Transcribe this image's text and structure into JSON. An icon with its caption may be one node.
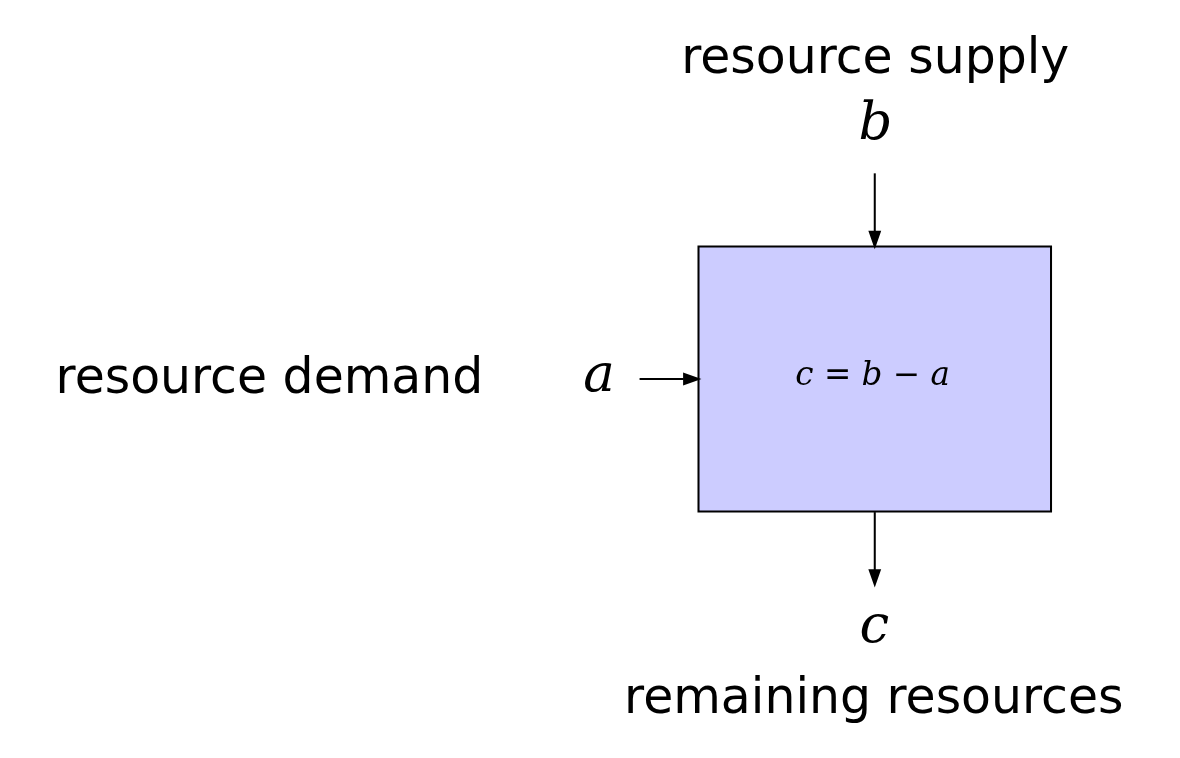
{
  "diagram": {
    "nodes": [
      {
        "text": [
          "b"
        ],
        "beside": [
          "resource supply"
        ]
      },
      {
        "text": [
          "a"
        ],
        "beside": [
          "resource demand"
        ]
      },
      {
        "text": [
          "c = b − a"
        ]
      },
      {
        "text": [
          "c"
        ],
        "beside": [
          "remaining resources"
        ]
      }
    ],
    "edges": [
      {
        "from": 0,
        "to": 2,
        "arrow": "to"
      },
      {
        "from": 1,
        "to": 2,
        "arrow": "to"
      },
      {
        "from": 2,
        "to": 3,
        "arrow": "to"
      }
    ]
  }
}
